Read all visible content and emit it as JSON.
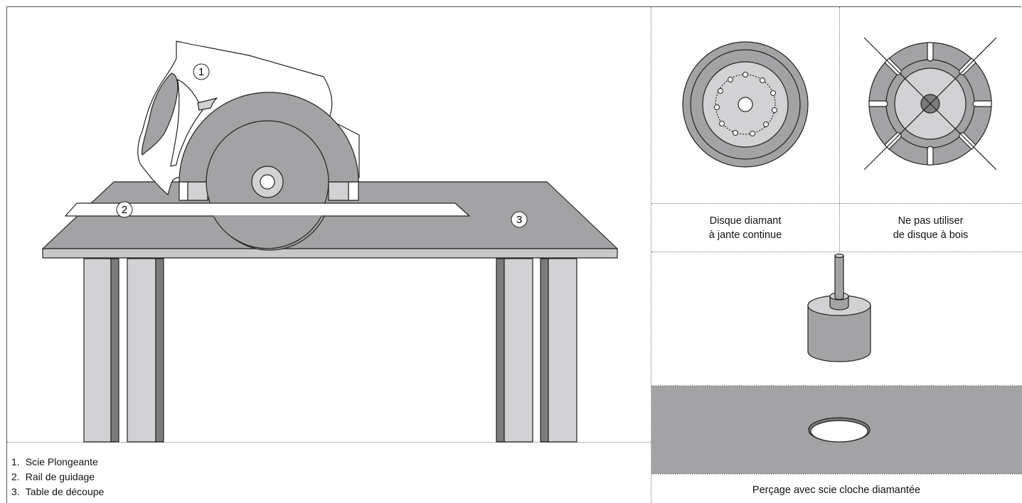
{
  "callouts": {
    "c1": "1",
    "c2": "2",
    "c3": "3"
  },
  "legend": [
    {
      "num": "1.",
      "label": "Scie Plongeante"
    },
    {
      "num": "2.",
      "label": "Rail de guidage"
    },
    {
      "num": "3.",
      "label": "Table de découpe"
    }
  ],
  "captions": {
    "continuous_disc_line1": "Disque diamant",
    "continuous_disc_line2": "à jante continue",
    "wood_disc_line1": "Ne pas utiliser",
    "wood_disc_line2": "de disque à bois",
    "core_drill": "Perçage avec scie cloche diamantée"
  },
  "colors": {
    "mid_gray": "#a3a3a5",
    "light_gray": "#d2d2d4",
    "dark_gray": "#7b7b7d",
    "outline": "#222222"
  }
}
